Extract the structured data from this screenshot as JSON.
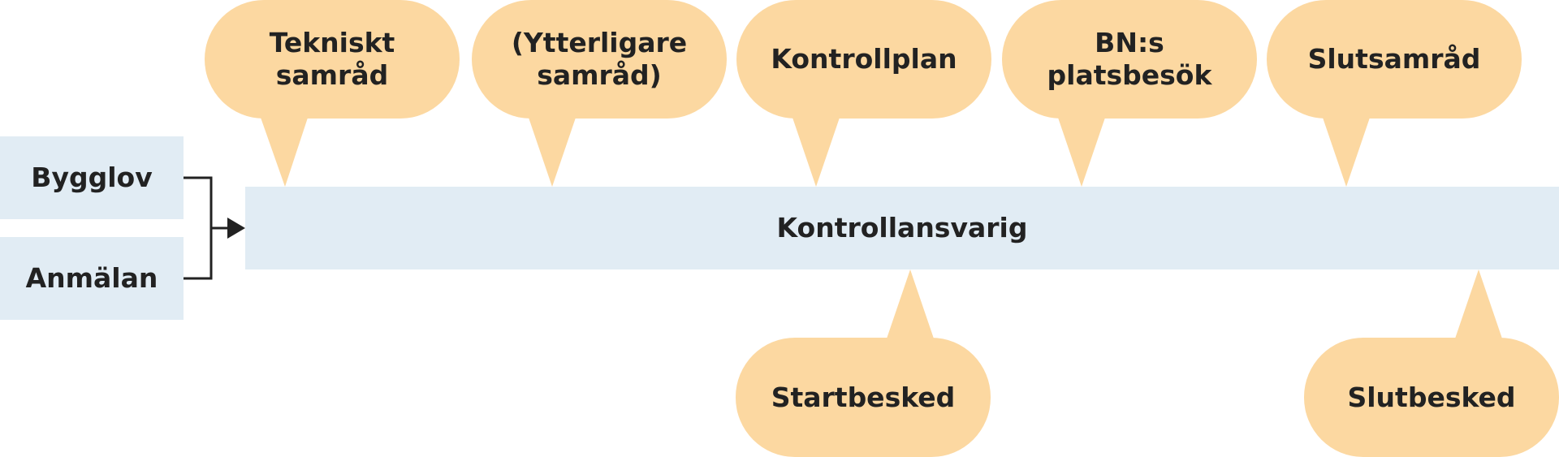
{
  "diagram": {
    "colors": {
      "box_fill": "#e1ecf4",
      "bubble_fill": "#fcd8a1",
      "text": "#222222",
      "line": "#222222"
    },
    "inputs": [
      {
        "id": "bygglov",
        "label": "Bygglov"
      },
      {
        "id": "anmalan",
        "label": "Anmälan"
      }
    ],
    "main_bar": {
      "label": "Kontrollansvarig"
    },
    "top_bubbles": [
      {
        "id": "tekniskt-samrad",
        "label": "Tekniskt\nsamråd"
      },
      {
        "id": "ytterligare-samrad",
        "label": "(Ytterligare\nsamråd)"
      },
      {
        "id": "kontrollplan",
        "label": "Kontrollplan"
      },
      {
        "id": "bns-platsbesok",
        "label": "BN:s\nplatsbesök"
      },
      {
        "id": "slutsamrad",
        "label": "Slutsamråd"
      }
    ],
    "bottom_bubbles": [
      {
        "id": "startbesked",
        "label": "Startbesked"
      },
      {
        "id": "slutbesked",
        "label": "Slutbesked"
      }
    ]
  }
}
